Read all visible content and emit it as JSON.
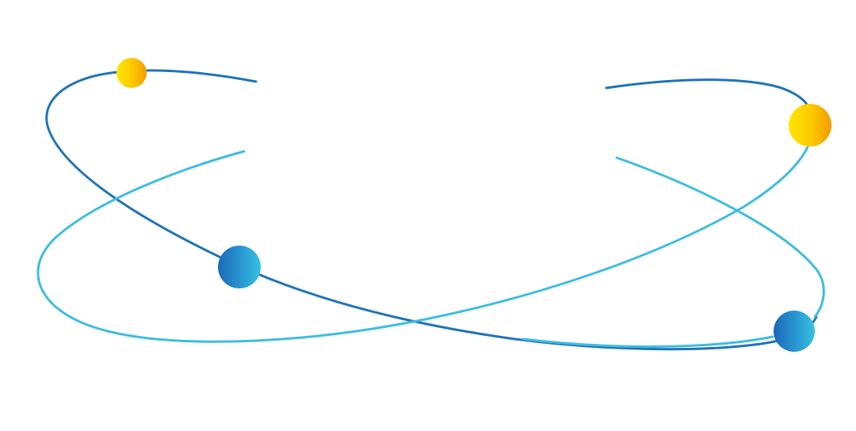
{
  "graphic": {
    "name": "orbit-rings",
    "colors": {
      "orbit_dark": "#1f74b8",
      "orbit_light": "#3ebde0",
      "sphere_yellow_start": "#ffe600",
      "sphere_yellow_end": "#f29a00",
      "sphere_blue_start": "#1a6ab8",
      "sphere_blue_end": "#35c2e2",
      "background": "#ffffff"
    },
    "spheres": [
      {
        "name": "yellow-sphere-small",
        "color": "yellow"
      },
      {
        "name": "yellow-sphere-large",
        "color": "yellow"
      },
      {
        "name": "blue-sphere-left",
        "color": "blue"
      },
      {
        "name": "blue-sphere-right",
        "color": "blue"
      }
    ]
  }
}
